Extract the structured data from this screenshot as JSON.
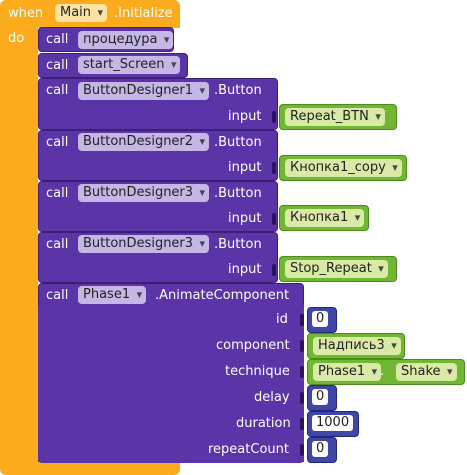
{
  "event": {
    "when_label": "when",
    "component": "Main",
    "event_name": ".Initialize",
    "do_label": "do"
  },
  "blocks": [
    {
      "call_label": "call",
      "procedure": "процедура"
    },
    {
      "call_label": "call",
      "procedure": "start_Screen"
    },
    {
      "call_label": "call",
      "component": "ButtonDesigner1",
      "method": ".Button",
      "param_label": "input",
      "value": "Repeat_BTN"
    },
    {
      "call_label": "call",
      "component": "ButtonDesigner2",
      "method": ".Button",
      "param_label": "input",
      "value": "Кнопка1_copy"
    },
    {
      "call_label": "call",
      "component": "ButtonDesigner3",
      "method": ".Button",
      "param_label": "input",
      "value": "Кнопка1"
    },
    {
      "call_label": "call",
      "component": "ButtonDesigner3",
      "method": ".Button",
      "param_label": "input",
      "value": "Stop_Repeat"
    }
  ],
  "animate": {
    "call_label": "call",
    "component": "Phase1",
    "method": ".AnimateComponent",
    "params": {
      "id": {
        "label": "id",
        "value": "0"
      },
      "component": {
        "label": "component",
        "value": "Надпись3"
      },
      "technique": {
        "label": "technique",
        "component": "Phase1",
        "separator": ".",
        "value": "Shake"
      },
      "delay": {
        "label": "delay",
        "value": "0"
      },
      "duration": {
        "label": "duration",
        "value": "1000"
      },
      "repeatCount": {
        "label": "repeatCount",
        "value": "0"
      }
    }
  },
  "colors": {
    "event": "#fbab1c",
    "procedure": "#5b34a8",
    "text_value": "#72b733",
    "number_value": "#3f46a8"
  }
}
